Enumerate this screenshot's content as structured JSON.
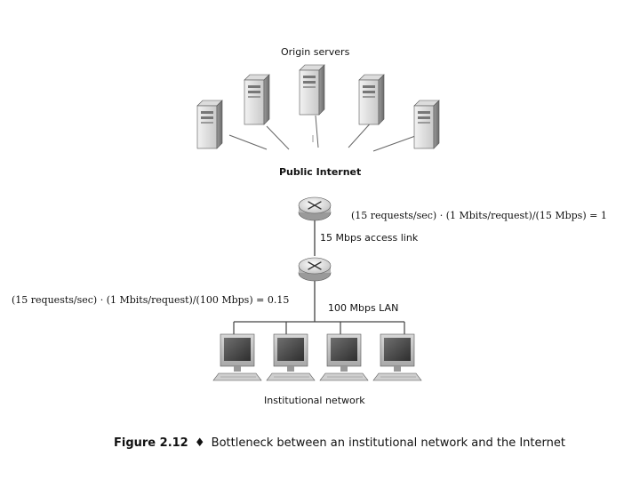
{
  "labels": {
    "origin_servers": "Origin servers",
    "public_internet": "Public Internet",
    "access_equation": "(15 requests/sec) · (1 Mbits/request)/(15 Mbps) = 1",
    "access_link": "15 Mbps access link",
    "lan_equation": "(15 requests/sec) · (1 Mbits/request)/(100 Mbps) = 0.15",
    "lan": "100 Mbps LAN",
    "institutional_network": "Institutional network"
  },
  "caption": {
    "figure_number": "Figure 2.12",
    "separator": "♦",
    "text": "Bottleneck between an institutional network and the Internet"
  },
  "icons": {
    "server": "server-tower-icon",
    "router": "router-icon",
    "computer": "desktop-computer-icon"
  },
  "colors": {
    "line": "#333333",
    "device_light": "#e6e6e6",
    "device_dark": "#777777"
  }
}
